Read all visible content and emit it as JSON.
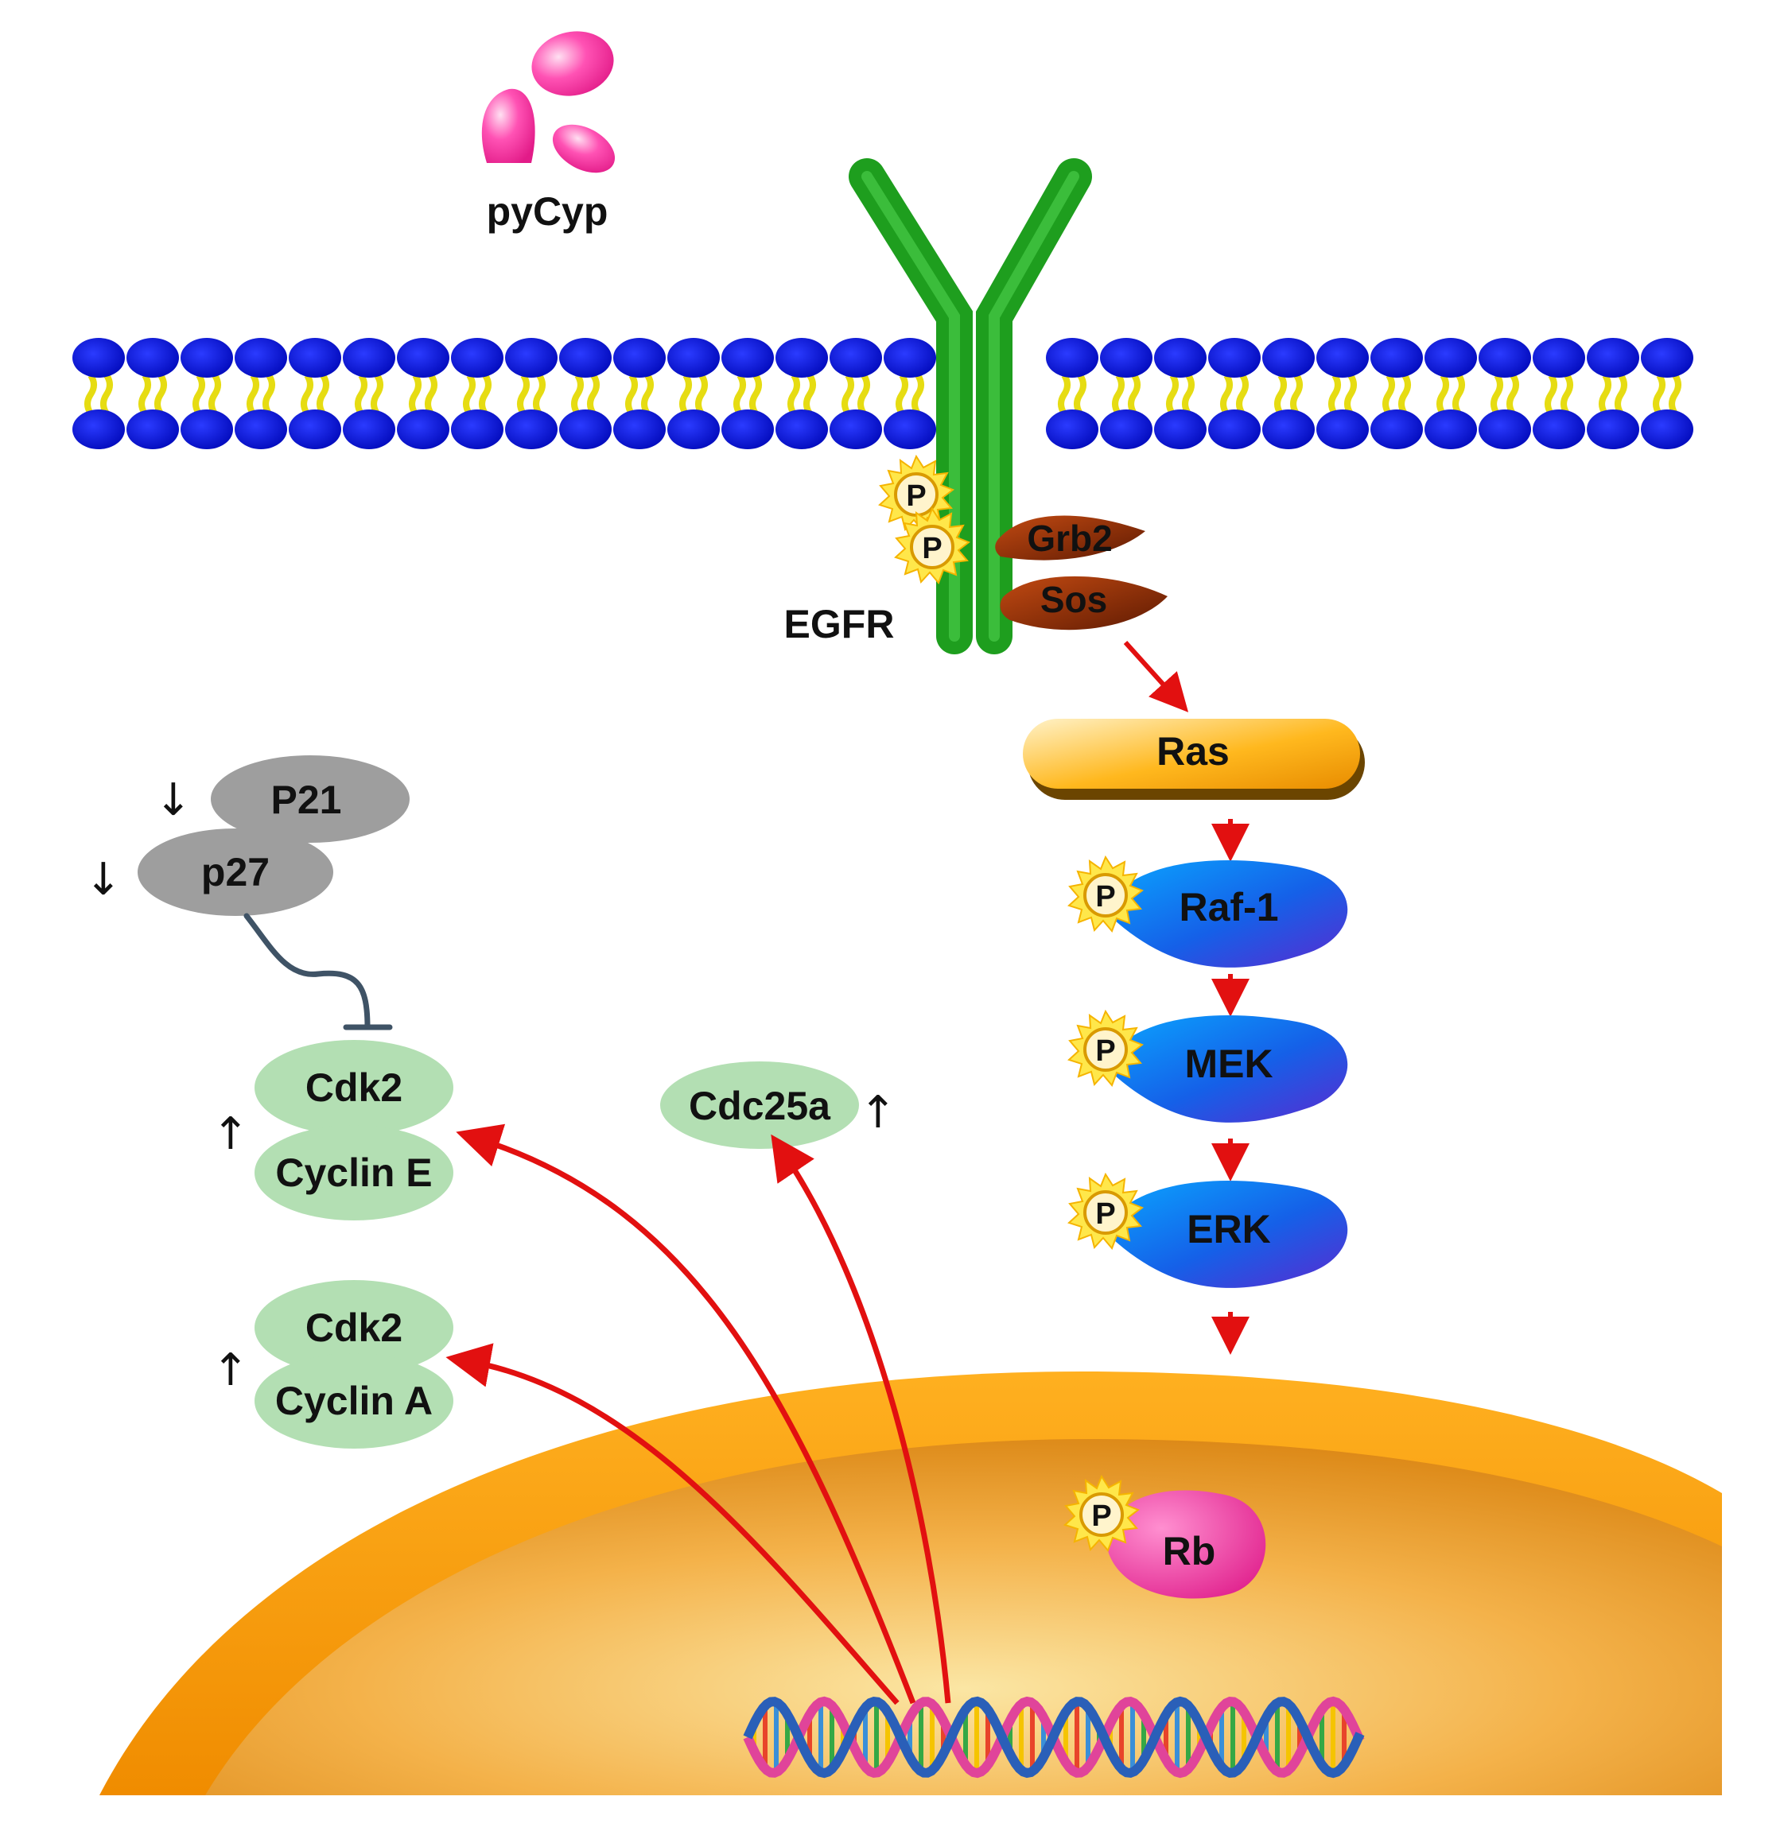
{
  "labels": {
    "ligand": "pyCyp",
    "receptor": "EGFR",
    "grb2": "Grb2",
    "sos": "Sos",
    "ras": "Ras",
    "raf": "Raf-1",
    "mek": "MEK",
    "erk": "ERK",
    "rb": "Rb",
    "p21": "P21",
    "p27": "p27",
    "cdk2_e": "Cdk2",
    "cyclin_e": "Cyclin E",
    "cdk2_a": "Cdk2",
    "cyclin_a": "Cyclin A",
    "cdc25a": "Cdc25a",
    "phospho": "P"
  },
  "regulation": {
    "down": "↓",
    "up": "↑"
  },
  "colors": {
    "receptor": "#22aa22",
    "membrane_head": "#0a14d8",
    "membrane_tail": "#f2ea20",
    "ligand": "#ff3fa6",
    "adaptor": "#8a2c06",
    "ras": "#f7a500",
    "kinase": "#1666e8",
    "rb": "#f03aa0",
    "inhibitor": "#9e9e9e",
    "cell_cycle": "#b3dfb3",
    "activation_arrow": "#e21010",
    "inhibition_line": "#3f5366",
    "nucleus": "#f4a21c"
  }
}
